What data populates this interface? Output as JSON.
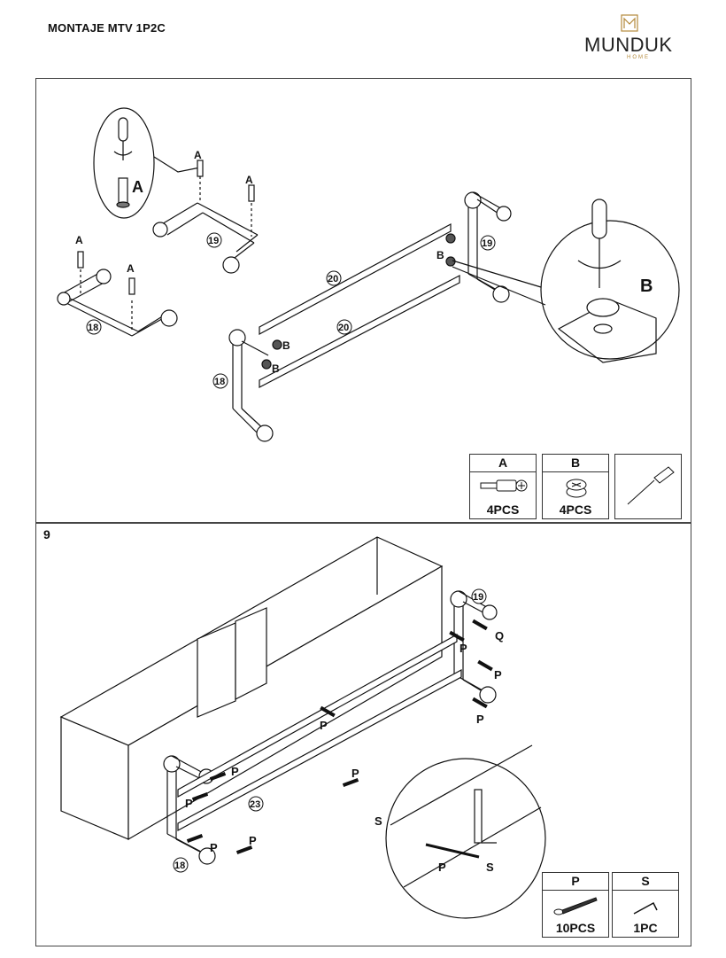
{
  "header": {
    "title": "MONTAJE MTV 1P2C",
    "brand_name": "MUNDUK",
    "brand_sub": "HOME"
  },
  "step_top": {
    "part_labels": {
      "a1": "A",
      "a2": "A",
      "a3": "A",
      "a4": "A",
      "a_zoom": "A",
      "b1": "B",
      "b2": "B",
      "b3": "B",
      "b_zoom": "B",
      "n19a": "19",
      "n19b": "19",
      "n18a": "18",
      "n18b": "18",
      "n20a": "20",
      "n20b": "20"
    },
    "legend": [
      {
        "letter": "A",
        "qty": "4PCS"
      },
      {
        "letter": "B",
        "qty": "4PCS"
      }
    ]
  },
  "step_bottom": {
    "number": "9",
    "part_labels": {
      "n19": "19",
      "n18": "18",
      "n23": "23",
      "q": "Q",
      "p1": "P",
      "p2": "P",
      "p3": "P",
      "p4": "P",
      "p5": "P",
      "p6": "P",
      "p7": "P",
      "p8": "P",
      "s": "S",
      "p_zoom": "P",
      "s_zoom": "S"
    },
    "legend": [
      {
        "letter": "P",
        "qty": "10PCS"
      },
      {
        "letter": "S",
        "qty": "1PC"
      }
    ]
  },
  "icons": [
    "screwdriver-icon",
    "cam-bolt-icon",
    "cam-lock-icon",
    "screw-icon",
    "allen-key-icon"
  ]
}
